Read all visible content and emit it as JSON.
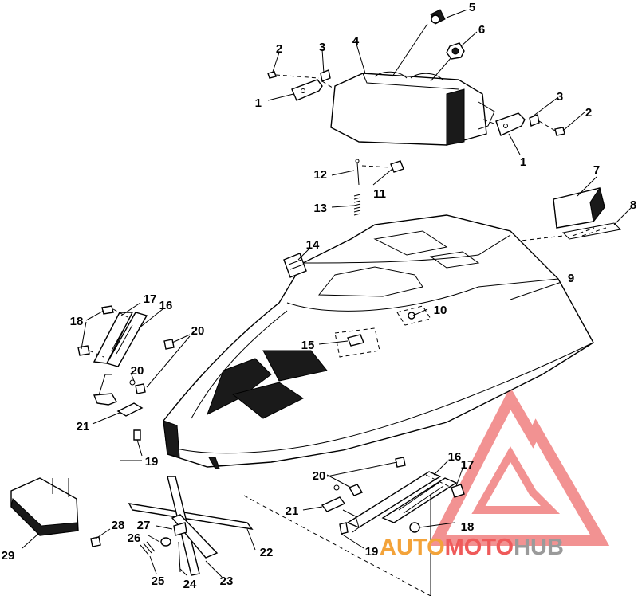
{
  "callouts": [
    "1",
    "2",
    "3",
    "4",
    "5",
    "6",
    "7",
    "8",
    "9",
    "10",
    "11",
    "12",
    "13",
    "14",
    "15",
    "16",
    "17",
    "18",
    "19",
    "20",
    "21",
    "22",
    "23",
    "24",
    "25",
    "26",
    "27",
    "28",
    "29"
  ],
  "watermark": {
    "part1": "AUTO",
    "part2": "MOTO",
    "part3": "HUB",
    "color_orange": "#f3a33a",
    "color_red": "#ef5a5a",
    "color_gray": "#9a9a9a",
    "logo_color": "#f08080"
  }
}
